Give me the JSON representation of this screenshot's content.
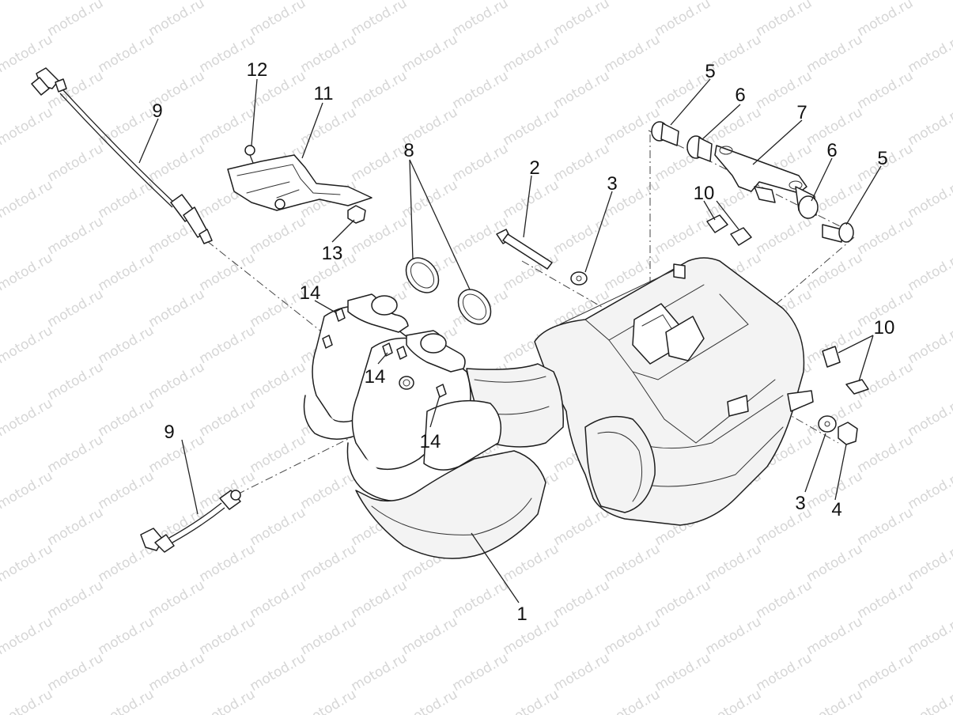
{
  "watermark": {
    "text": "motod.ru",
    "color": "#d6d6d6"
  },
  "callouts": {
    "c1": "1",
    "c2": "2",
    "c3a": "3",
    "c3b": "3",
    "c4": "4",
    "c5a": "5",
    "c5b": "5",
    "c6a": "6",
    "c6b": "6",
    "c7": "7",
    "c8": "8",
    "c9a": "9",
    "c9b": "9",
    "c10a": "10",
    "c10b": "10",
    "c11": "11",
    "c12": "12",
    "c13": "13",
    "c14a": "14",
    "c14b": "14",
    "c14c": "14"
  },
  "colors": {
    "line": "#1e1e1e",
    "background": "#ffffff",
    "text": "#111111"
  }
}
